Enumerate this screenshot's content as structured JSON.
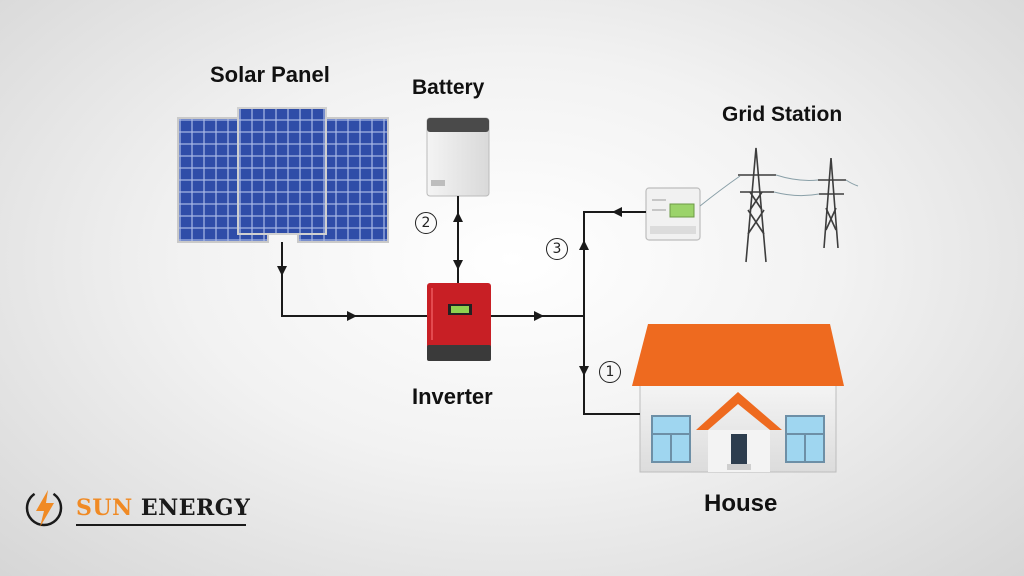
{
  "labels": {
    "solar_panel": "Solar Panel",
    "battery": "Battery",
    "grid_station": "Grid Station",
    "inverter": "Inverter",
    "house": "House"
  },
  "steps": {
    "one": "1",
    "two": "2",
    "three": "3"
  },
  "brand": {
    "word1": "SUN",
    "word2": "ENERGY"
  },
  "colors": {
    "panel_blue": "#2f4da8",
    "inverter_red": "#c81f25",
    "roof_orange": "#ee6a1f",
    "brand_orange": "#f08a24",
    "line": "#1a1a1a"
  }
}
